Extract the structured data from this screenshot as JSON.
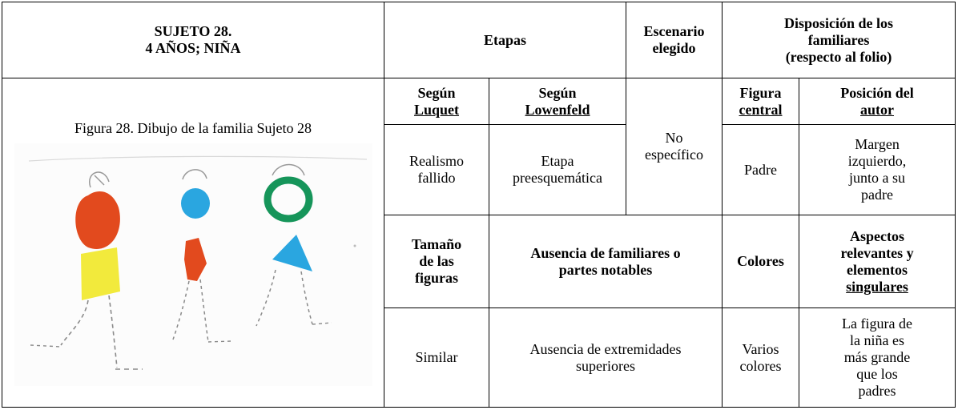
{
  "subject": {
    "line1": "SUJETO 28.",
    "line2": "4 AÑOS; NIÑA"
  },
  "figure": {
    "caption": "Figura 28. Dibujo de la familia Sujeto 28",
    "colors": {
      "red": "#e24a1e",
      "yellow": "#f2ea3c",
      "blue": "#2aa6e0",
      "green": "#16955a",
      "pencil": "#8a8a8a"
    }
  },
  "headers": {
    "etapas": "Etapas",
    "escenario_line1": "Escenario",
    "escenario_line2": "elegido",
    "disposicion_line1": "Disposición de los",
    "disposicion_line2": "familiares",
    "disposicion_line3": "(respecto al folio)",
    "segun_luquet_line1": "Según",
    "segun_luquet_line2": "Luquet",
    "segun_lowenfeld_line1": "Según",
    "segun_lowenfeld_line2": "Lowenfeld",
    "figura_central_line1": "Figura",
    "figura_central_line2": "central",
    "posicion_autor_line1": "Posición del",
    "posicion_autor_line2": "autor",
    "tamano_line1": "Tamaño",
    "tamano_line2": "de las",
    "tamano_line3": "figuras",
    "ausencia_line1": "Ausencia de familiares o",
    "ausencia_line2": "partes notables",
    "colores": "Colores",
    "aspectos_line1": "Aspectos",
    "aspectos_line2": "relevantes y",
    "aspectos_line3": "elementos",
    "aspectos_line4": "singulares"
  },
  "values": {
    "luquet_line1": "Realismo",
    "luquet_line2": "fallido",
    "lowenfeld_line1": "Etapa",
    "lowenfeld_line2": "preesquemática",
    "escenario_line1": "No",
    "escenario_line2": "específico",
    "figura_central": "Padre",
    "posicion_line1": "Margen",
    "posicion_line2": "izquierdo,",
    "posicion_line3": "junto a su",
    "posicion_line4": "padre",
    "tamano": "Similar",
    "ausencia_line1": "Ausencia de extremidades",
    "ausencia_line2": "superiores",
    "colores_line1": "Varios",
    "colores_line2": "colores",
    "aspectos_line1": "La figura de",
    "aspectos_line2": "la niña es",
    "aspectos_line3": "más grande",
    "aspectos_line4": "que los",
    "aspectos_line5": "padres"
  }
}
